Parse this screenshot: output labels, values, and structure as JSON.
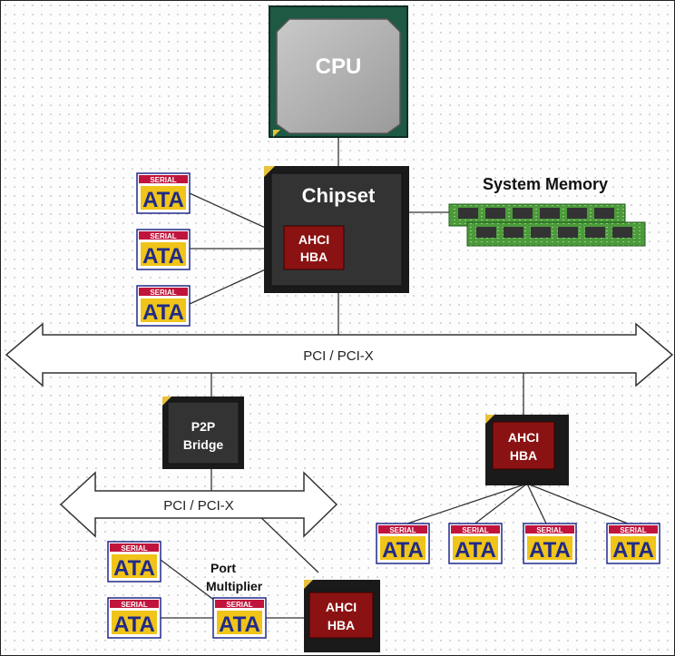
{
  "cpu": {
    "label": "CPU"
  },
  "chipset": {
    "label": "Chipset",
    "hba_line1": "AHCI",
    "hba_line2": "HBA"
  },
  "system_memory": {
    "label": "System Memory"
  },
  "bus_main": {
    "label": "PCI / PCI-X"
  },
  "bus_secondary": {
    "label": "PCI / PCI-X"
  },
  "p2p_bridge": {
    "line1": "P2P",
    "line2": "Bridge"
  },
  "hba_right": {
    "line1": "AHCI",
    "line2": "HBA"
  },
  "hba_bottom": {
    "line1": "AHCI",
    "line2": "HBA"
  },
  "port_multiplier": {
    "line1": "Port",
    "line2": "Multiplier"
  },
  "sata_logo": {
    "top": "SERIAL",
    "main": "ATA"
  },
  "colors": {
    "hba_red": "#8b1212",
    "chip_dark": "#222222",
    "memory_green": "#3a8a2e",
    "sata_blue": "#1f2a8a",
    "sata_gold": "#f0c419"
  }
}
